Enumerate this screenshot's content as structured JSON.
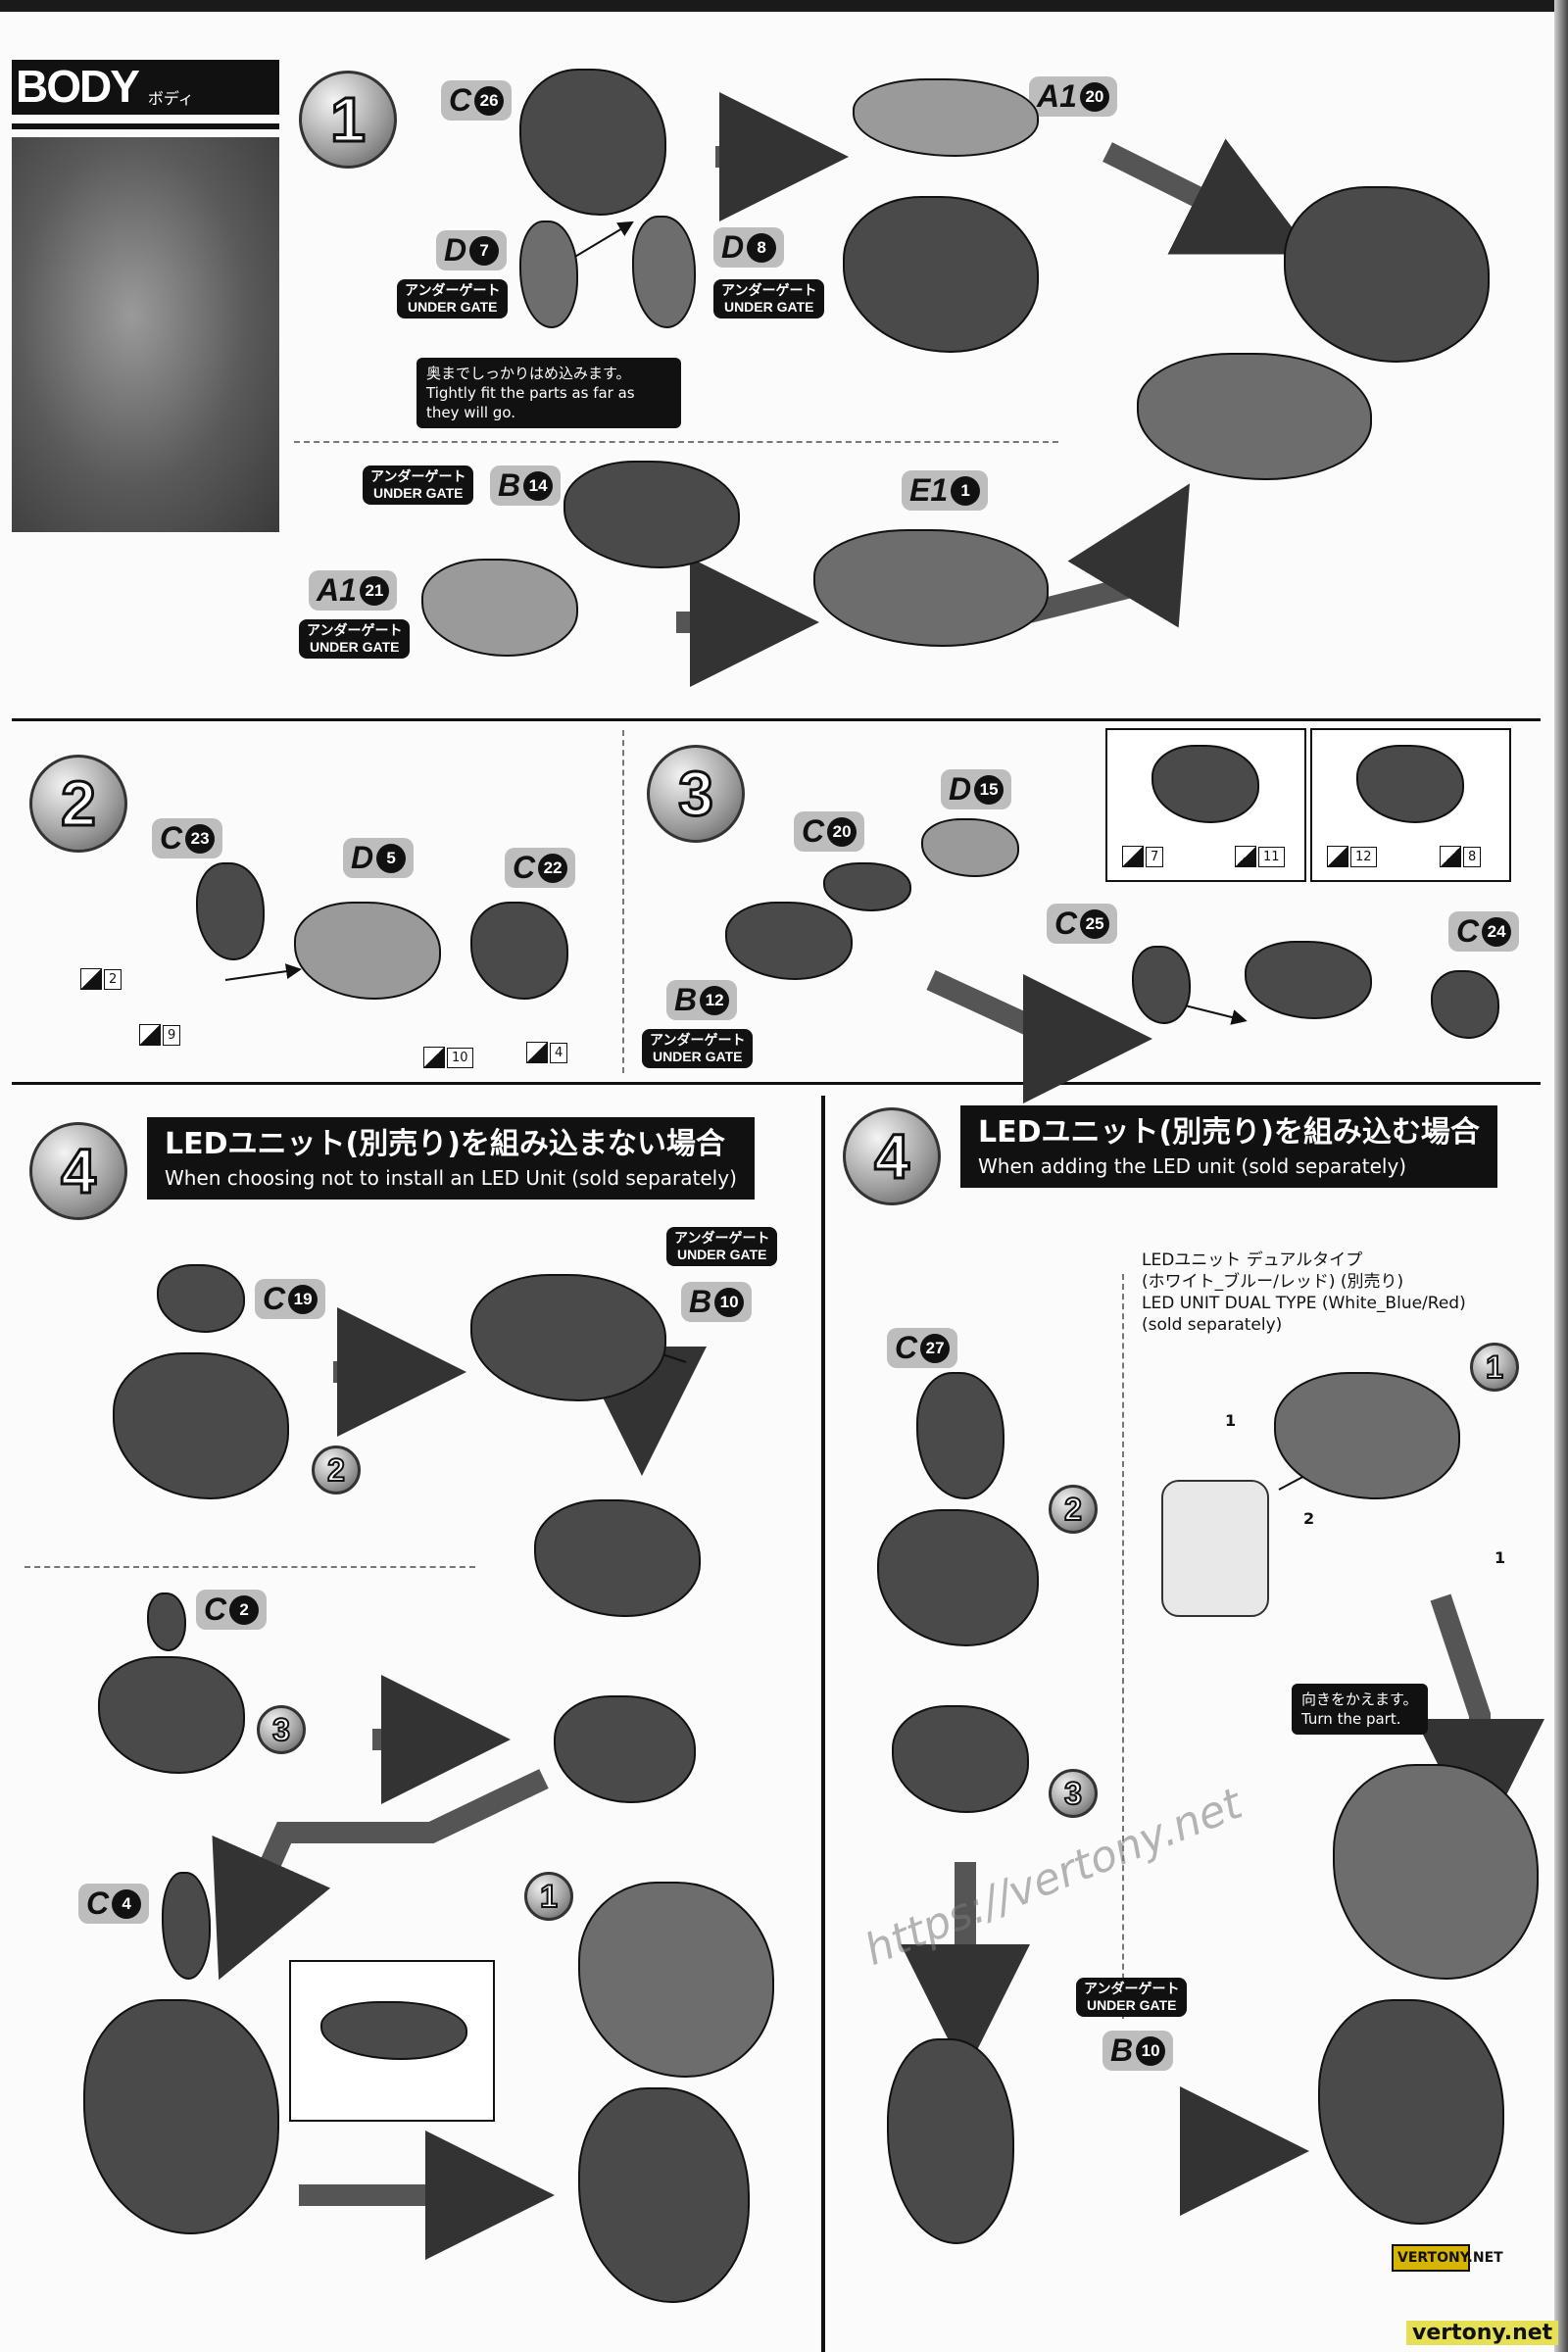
{
  "header": {
    "title_en": "BODY",
    "title_jp": "ボディ"
  },
  "under_gate": {
    "jp": "アンダーゲート",
    "en": "UNDER GATE"
  },
  "steps": {
    "s1": {
      "num": "1",
      "parts": [
        {
          "letter": "C",
          "num": "26"
        },
        {
          "letter": "A1",
          "num": "20"
        },
        {
          "letter": "D",
          "num": "7"
        },
        {
          "letter": "D",
          "num": "8"
        },
        {
          "letter": "B",
          "num": "14"
        },
        {
          "letter": "E1",
          "num": "1"
        },
        {
          "letter": "A1",
          "num": "21"
        }
      ],
      "note_jp": "奥までしっかりはめ込みます。",
      "note_en": "Tightly fit the parts as far as they will go."
    },
    "s2": {
      "num": "2",
      "parts": [
        {
          "letter": "C",
          "num": "23"
        },
        {
          "letter": "D",
          "num": "5"
        },
        {
          "letter": "C",
          "num": "22"
        }
      ],
      "callouts": [
        "2",
        "9",
        "10",
        "4"
      ]
    },
    "s3": {
      "num": "3",
      "parts": [
        {
          "letter": "D",
          "num": "15"
        },
        {
          "letter": "C",
          "num": "20"
        },
        {
          "letter": "C",
          "num": "25"
        },
        {
          "letter": "C",
          "num": "24"
        },
        {
          "letter": "B",
          "num": "12"
        }
      ],
      "callouts": [
        "7",
        "11",
        "12",
        "8"
      ]
    },
    "s4a": {
      "num": "4",
      "title_jp": "LEDユニット(別売り)を組み込まない場合",
      "title_en": "When choosing not to install an LED Unit (sold separately)",
      "parts": [
        {
          "letter": "C",
          "num": "19"
        },
        {
          "letter": "B",
          "num": "10"
        },
        {
          "letter": "C",
          "num": "2"
        },
        {
          "letter": "C",
          "num": "4"
        }
      ],
      "refs": [
        "2",
        "3",
        "1"
      ]
    },
    "s4b": {
      "num": "4",
      "title_jp": "LEDユニット(別売り)を組み込む場合",
      "title_en": "When adding the LED unit (sold separately)",
      "parts": [
        {
          "letter": "C",
          "num": "27"
        },
        {
          "letter": "B",
          "num": "10"
        }
      ],
      "refs": [
        "2",
        "3",
        "1"
      ],
      "led_jp1": "LEDユニット デュアルタイプ",
      "led_jp2": "(ホワイト_ブルー/レッド) (別売り)",
      "led_en1": "LED UNIT DUAL TYPE (White_Blue/Red)",
      "led_en2": "(sold separately)",
      "order": [
        "1",
        "2",
        "1"
      ],
      "turn_jp": "向きをかえます。",
      "turn_en": "Turn the part."
    }
  },
  "watermark": "https://vertony.net",
  "logo": "VERTONY.NET",
  "footer": "vertony.net"
}
